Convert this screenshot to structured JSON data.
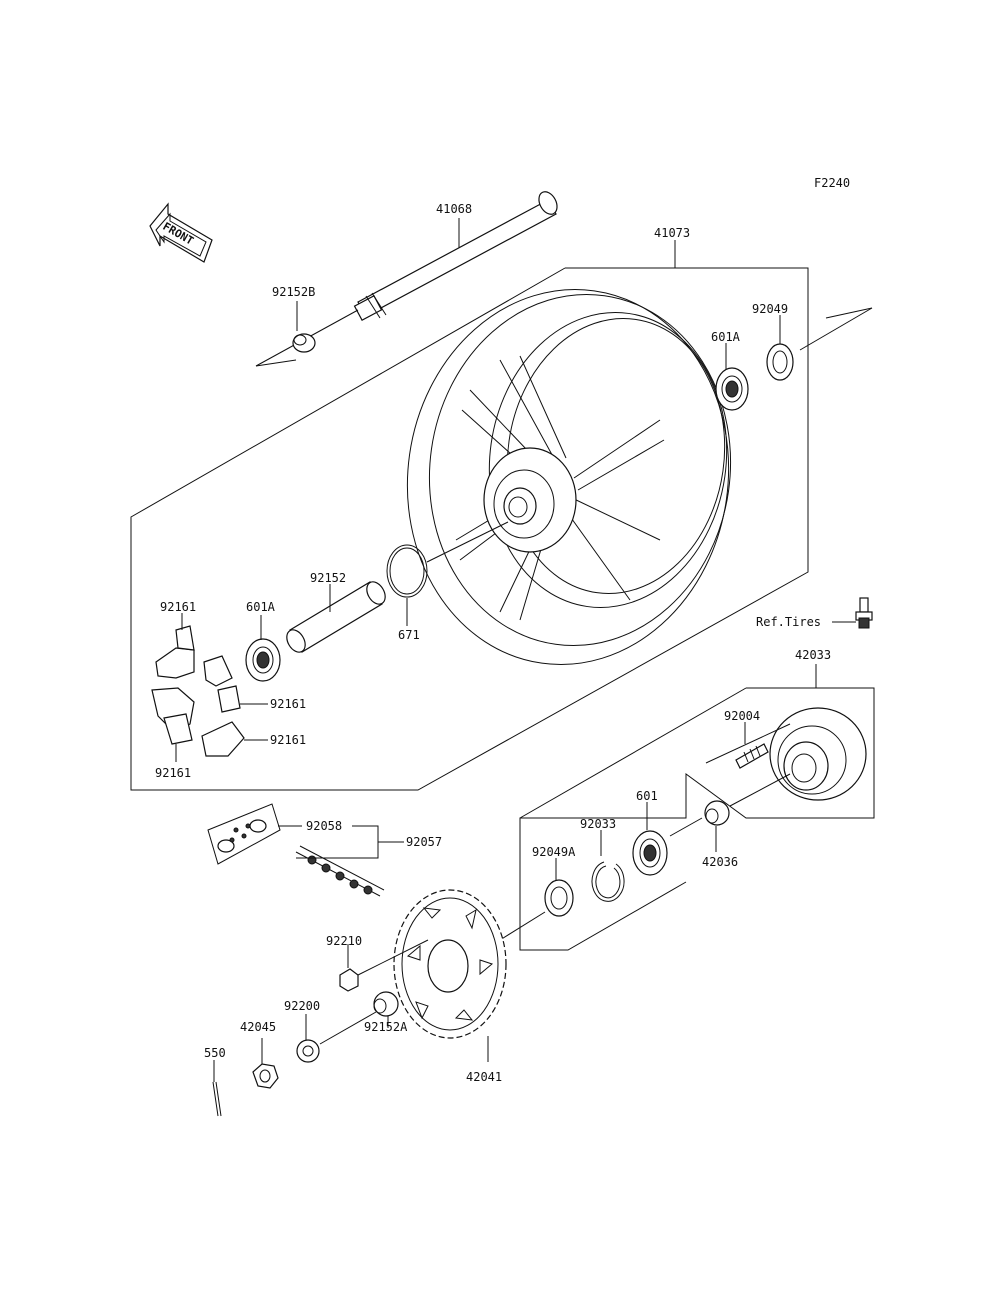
{
  "diagram": {
    "figure_code": "F2240",
    "direction_label": "FRONT",
    "ref_label": "Ref.Tires",
    "labels": {
      "p41068": "41068",
      "p41073": "41073",
      "p92152B": "92152B",
      "p92049": "92049",
      "p601A_top": "601A",
      "p92152": "92152",
      "p92161_a": "92161",
      "p601A_mid": "601A",
      "p671": "671",
      "p92161_b": "92161",
      "p92161_c": "92161",
      "p92161_d": "92161",
      "p42033": "42033",
      "p92004": "92004",
      "p92058": "92058",
      "p92057": "92057",
      "p92033": "92033",
      "p601": "601",
      "p92049A": "92049A",
      "p42036": "42036",
      "p92210": "92210",
      "p92200": "92200",
      "p42045": "42045",
      "p550": "550",
      "p92152A": "92152A",
      "p42041": "42041"
    }
  }
}
